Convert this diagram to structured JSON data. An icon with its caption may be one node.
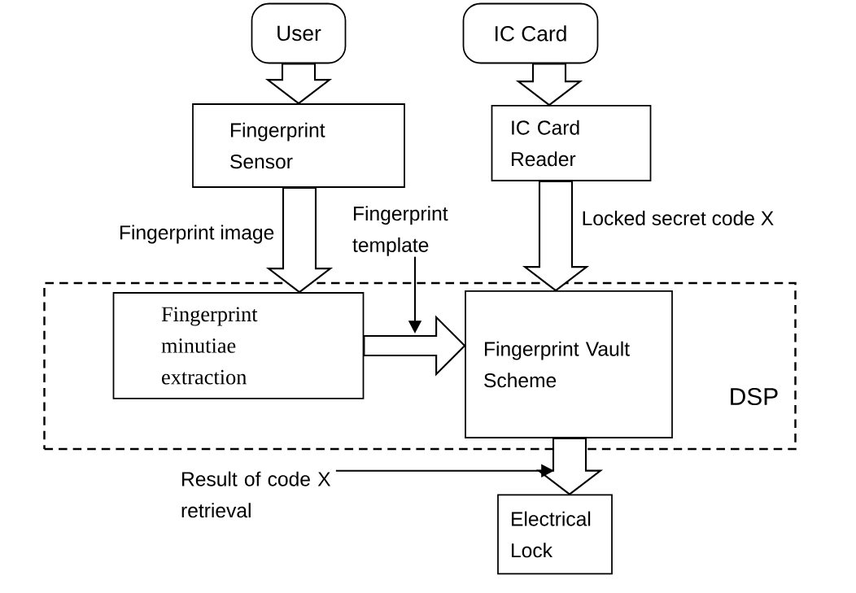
{
  "diagram": {
    "nodes": [
      {
        "text": [
          "User"
        ]
      },
      {
        "text": [
          "IC Card"
        ]
      },
      {
        "text": [
          "Fingerprint Sensor"
        ]
      },
      {
        "text": [
          "IC Card Reader"
        ]
      },
      {
        "text": [
          "Fingerprint template"
        ]
      },
      {
        "text": [
          "DSP"
        ]
      },
      {
        "text": [
          "Fingerprint minutiae extraction"
        ],
        "in": 5
      },
      {
        "text": [
          "Fingerprint Vault Scheme"
        ],
        "in": 5
      },
      {
        "text": [
          "Result of code X retrieval"
        ]
      },
      {
        "text": [
          "Electrical Lock"
        ]
      }
    ],
    "edges": [
      {
        "from": 0,
        "to": 2,
        "arrow": "to"
      },
      {
        "from": 1,
        "to": 3,
        "arrow": "to"
      },
      {
        "from": 2,
        "to": 6,
        "arrow": "to",
        "label": "Fingerprint image"
      },
      {
        "from": 3,
        "to": 7,
        "arrow": "to",
        "label": "Locked secret code X"
      },
      {
        "from": 6,
        "to": 7,
        "arrow": "to"
      },
      {
        "from": 7,
        "to": 9,
        "arrow": "to"
      },
      {
        "from": 4,
        "to": null,
        "arrow": "to"
      },
      {
        "from": 8,
        "to": null,
        "arrow": "to"
      }
    ]
  }
}
